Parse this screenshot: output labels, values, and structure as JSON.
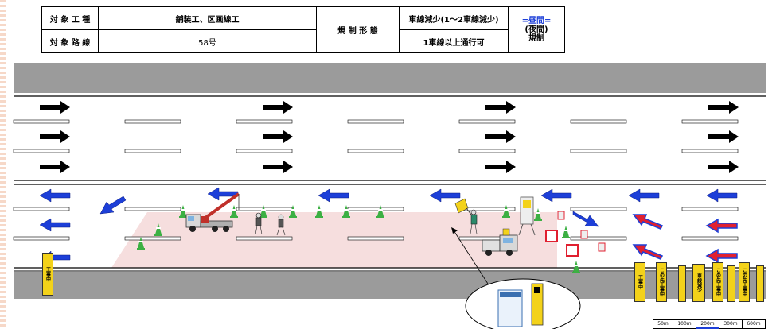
{
  "table": {
    "row1": {
      "label": "対 象 工 種",
      "value": "舗装工、区画線工"
    },
    "row2": {
      "label": "対 象 路 線",
      "value": "58号"
    },
    "regulation_label": "規 制 形 態",
    "regulation_value1": "車線減少(1～2車線減少)",
    "regulation_value2": "1車線以上通行可",
    "time_top": "=昼間=",
    "time_mid": "(夜間)",
    "time_bottom": "規制"
  },
  "signs": {
    "left_board": "工事中",
    "board_a": "工事中",
    "board_b": "この先工事中",
    "board_c": "車線減少",
    "board_d": "この先工事中",
    "board_e": "この先工事中"
  },
  "distance_scale": [
    "50m",
    "100m",
    "200m",
    "300m",
    "600m"
  ],
  "colors": {
    "arrow_black": "#000000",
    "arrow_blue": "#1d3fd8",
    "arrow_red": "#e02030",
    "work_zone": "#f6dede",
    "road_gray": "#9b9b9b"
  }
}
